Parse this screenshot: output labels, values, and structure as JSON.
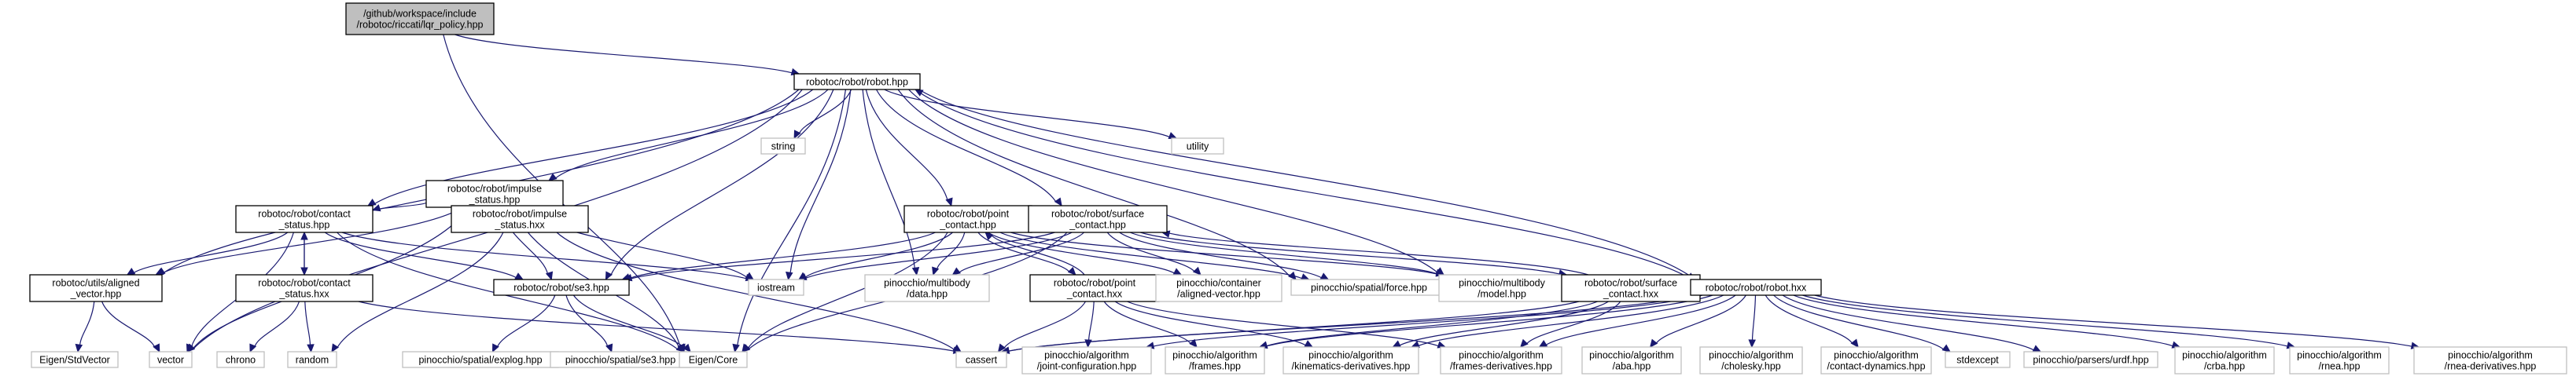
{
  "diagram": {
    "kind": "include-dependency-graph",
    "colors": {
      "edge": "#191970",
      "root_fill": "#bfbfbf",
      "node_fill": "#ffffff",
      "ext_border": "#bfbfbf",
      "node_border": "#000000"
    },
    "nodes": {
      "lqr_policy": {
        "lines": [
          "/github/workspace/include",
          "/robotoc/riccati/lqr_policy.hpp"
        ],
        "style": "root"
      },
      "robot_hpp": {
        "lines": [
          "robotoc/robot/robot.hpp"
        ],
        "style": "std"
      },
      "string": {
        "lines": [
          "string"
        ],
        "style": "ext"
      },
      "utility": {
        "lines": [
          "utility"
        ],
        "style": "ext"
      },
      "impulse_hpp": {
        "lines": [
          "robotoc/robot/impulse",
          "_status.hpp"
        ],
        "style": "std"
      },
      "contact_hpp": {
        "lines": [
          "robotoc/robot/contact",
          "_status.hpp"
        ],
        "style": "std"
      },
      "impulse_hxx": {
        "lines": [
          "robotoc/robot/impulse",
          "_status.hxx"
        ],
        "style": "std"
      },
      "point_hpp": {
        "lines": [
          "robotoc/robot/point",
          "_contact.hpp"
        ],
        "style": "std"
      },
      "surface_hpp": {
        "lines": [
          "robotoc/robot/surface",
          "_contact.hpp"
        ],
        "style": "std"
      },
      "aligned_hpp": {
        "lines": [
          "robotoc/utils/aligned",
          "_vector.hpp"
        ],
        "style": "std"
      },
      "contact_hxx": {
        "lines": [
          "robotoc/robot/contact",
          "_status.hxx"
        ],
        "style": "std"
      },
      "se3_hpp": {
        "lines": [
          "robotoc/robot/se3.hpp"
        ],
        "style": "std"
      },
      "iostream": {
        "lines": [
          "iostream"
        ],
        "style": "ext"
      },
      "mb_data": {
        "lines": [
          "pinocchio/multibody",
          "/data.hpp"
        ],
        "style": "ext"
      },
      "point_hxx": {
        "lines": [
          "robotoc/robot/point",
          "_contact.hxx"
        ],
        "style": "std"
      },
      "aligned_vector": {
        "lines": [
          "pinocchio/container",
          "/aligned-vector.hpp"
        ],
        "style": "ext"
      },
      "force": {
        "lines": [
          "pinocchio/spatial/force.hpp"
        ],
        "style": "ext"
      },
      "model": {
        "lines": [
          "pinocchio/multibody",
          "/model.hpp"
        ],
        "style": "ext"
      },
      "surface_hxx": {
        "lines": [
          "robotoc/robot/surface",
          "_contact.hxx"
        ],
        "style": "std"
      },
      "robot_hxx": {
        "lines": [
          "robotoc/robot/robot.hxx"
        ],
        "style": "std"
      },
      "stdvector": {
        "lines": [
          "Eigen/StdVector"
        ],
        "style": "ext"
      },
      "vector": {
        "lines": [
          "vector"
        ],
        "style": "ext"
      },
      "chrono": {
        "lines": [
          "chrono"
        ],
        "style": "ext"
      },
      "random": {
        "lines": [
          "random"
        ],
        "style": "ext"
      },
      "explog": {
        "lines": [
          "pinocchio/spatial/explog.hpp"
        ],
        "style": "ext"
      },
      "se3_pin": {
        "lines": [
          "pinocchio/spatial/se3.hpp"
        ],
        "style": "ext"
      },
      "eigen_core": {
        "lines": [
          "Eigen/Core"
        ],
        "style": "ext"
      },
      "cassert": {
        "lines": [
          "cassert"
        ],
        "style": "ext"
      },
      "joint_config": {
        "lines": [
          "pinocchio/algorithm",
          "/joint-configuration.hpp"
        ],
        "style": "ext"
      },
      "frames": {
        "lines": [
          "pinocchio/algorithm",
          "/frames.hpp"
        ],
        "style": "ext"
      },
      "kin_deriv": {
        "lines": [
          "pinocchio/algorithm",
          "/kinematics-derivatives.hpp"
        ],
        "style": "ext"
      },
      "frames_deriv": {
        "lines": [
          "pinocchio/algorithm",
          "/frames-derivatives.hpp"
        ],
        "style": "ext"
      },
      "aba": {
        "lines": [
          "pinocchio/algorithm",
          "/aba.hpp"
        ],
        "style": "ext"
      },
      "cholesky": {
        "lines": [
          "pinocchio/algorithm",
          "/cholesky.hpp"
        ],
        "style": "ext"
      },
      "contact_dyn": {
        "lines": [
          "pinocchio/algorithm",
          "/contact-dynamics.hpp"
        ],
        "style": "ext"
      },
      "stdexcept": {
        "lines": [
          "stdexcept"
        ],
        "style": "ext"
      },
      "urdf": {
        "lines": [
          "pinocchio/parsers/urdf.hpp"
        ],
        "style": "ext"
      },
      "crba": {
        "lines": [
          "pinocchio/algorithm",
          "/crba.hpp"
        ],
        "style": "ext"
      },
      "rnea": {
        "lines": [
          "pinocchio/algorithm",
          "/rnea.hpp"
        ],
        "style": "ext"
      },
      "rnea_deriv": {
        "lines": [
          "pinocchio/algorithm",
          "/rnea-derivatives.hpp"
        ],
        "style": "ext"
      }
    },
    "edges": [
      [
        "lqr_policy",
        "robot_hpp"
      ],
      [
        "lqr_policy",
        "eigen_core"
      ],
      [
        "robot_hpp",
        "string"
      ],
      [
        "robot_hpp",
        "utility"
      ],
      [
        "robot_hpp",
        "impulse_hpp"
      ],
      [
        "robot_hpp",
        "contact_hpp"
      ],
      [
        "robot_hpp",
        "point_hpp"
      ],
      [
        "robot_hpp",
        "surface_hpp"
      ],
      [
        "robot_hpp",
        "aligned_hpp"
      ],
      [
        "robot_hpp",
        "se3_hpp"
      ],
      [
        "robot_hpp",
        "iostream"
      ],
      [
        "robot_hpp",
        "mb_data"
      ],
      [
        "robot_hpp",
        "force"
      ],
      [
        "robot_hpp",
        "model"
      ],
      [
        "robot_hpp",
        "robot_hxx"
      ],
      [
        "robot_hpp",
        "vector"
      ],
      [
        "robot_hpp",
        "eigen_core"
      ],
      [
        "impulse_hpp",
        "contact_hpp"
      ],
      [
        "impulse_hpp",
        "impulse_hxx"
      ],
      [
        "impulse_hpp",
        "aligned_hpp"
      ],
      [
        "impulse_hpp",
        "se3_hpp"
      ],
      [
        "impulse_hpp",
        "iostream"
      ],
      [
        "impulse_hpp",
        "vector"
      ],
      [
        "impulse_hpp",
        "eigen_core"
      ],
      [
        "impulse_hxx",
        "impulse_hpp"
      ],
      [
        "impulse_hxx",
        "random"
      ],
      [
        "impulse_hxx",
        "cassert"
      ],
      [
        "contact_hpp",
        "contact_hxx"
      ],
      [
        "contact_hpp",
        "aligned_hpp"
      ],
      [
        "contact_hpp",
        "se3_hpp"
      ],
      [
        "contact_hpp",
        "iostream"
      ],
      [
        "contact_hpp",
        "vector"
      ],
      [
        "contact_hpp",
        "eigen_core"
      ],
      [
        "contact_hxx",
        "contact_hpp"
      ],
      [
        "contact_hxx",
        "chrono"
      ],
      [
        "contact_hxx",
        "random"
      ],
      [
        "contact_hxx",
        "cassert"
      ],
      [
        "aligned_hpp",
        "stdvector"
      ],
      [
        "aligned_hpp",
        "vector"
      ],
      [
        "se3_hpp",
        "explog"
      ],
      [
        "se3_hpp",
        "se3_pin"
      ],
      [
        "se3_hpp",
        "eigen_core"
      ],
      [
        "point_hpp",
        "se3_hpp"
      ],
      [
        "point_hpp",
        "iostream"
      ],
      [
        "point_hpp",
        "mb_data"
      ],
      [
        "point_hpp",
        "point_hxx"
      ],
      [
        "point_hpp",
        "aligned_vector"
      ],
      [
        "point_hpp",
        "force"
      ],
      [
        "point_hpp",
        "model"
      ],
      [
        "point_hpp",
        "eigen_core"
      ],
      [
        "point_hxx",
        "point_hpp"
      ],
      [
        "point_hxx",
        "cassert"
      ],
      [
        "point_hxx",
        "joint_config"
      ],
      [
        "point_hxx",
        "frames"
      ],
      [
        "point_hxx",
        "kin_deriv"
      ],
      [
        "point_hxx",
        "frames_deriv"
      ],
      [
        "surface_hpp",
        "se3_hpp"
      ],
      [
        "surface_hpp",
        "iostream"
      ],
      [
        "surface_hpp",
        "mb_data"
      ],
      [
        "surface_hpp",
        "aligned_vector"
      ],
      [
        "surface_hpp",
        "force"
      ],
      [
        "surface_hpp",
        "model"
      ],
      [
        "surface_hpp",
        "surface_hxx"
      ],
      [
        "surface_hpp",
        "eigen_core"
      ],
      [
        "surface_hxx",
        "surface_hpp"
      ],
      [
        "surface_hxx",
        "cassert"
      ],
      [
        "surface_hxx",
        "frames"
      ],
      [
        "surface_hxx",
        "kin_deriv"
      ],
      [
        "surface_hxx",
        "frames_deriv"
      ],
      [
        "robot_hxx",
        "robot_hpp"
      ],
      [
        "robot_hxx",
        "cassert"
      ],
      [
        "robot_hxx",
        "joint_config"
      ],
      [
        "robot_hxx",
        "frames"
      ],
      [
        "robot_hxx",
        "kin_deriv"
      ],
      [
        "robot_hxx",
        "frames_deriv"
      ],
      [
        "robot_hxx",
        "aba"
      ],
      [
        "robot_hxx",
        "cholesky"
      ],
      [
        "robot_hxx",
        "contact_dyn"
      ],
      [
        "robot_hxx",
        "stdexcept"
      ],
      [
        "robot_hxx",
        "urdf"
      ],
      [
        "robot_hxx",
        "crba"
      ],
      [
        "robot_hxx",
        "rnea"
      ],
      [
        "robot_hxx",
        "rnea_deriv"
      ]
    ]
  }
}
